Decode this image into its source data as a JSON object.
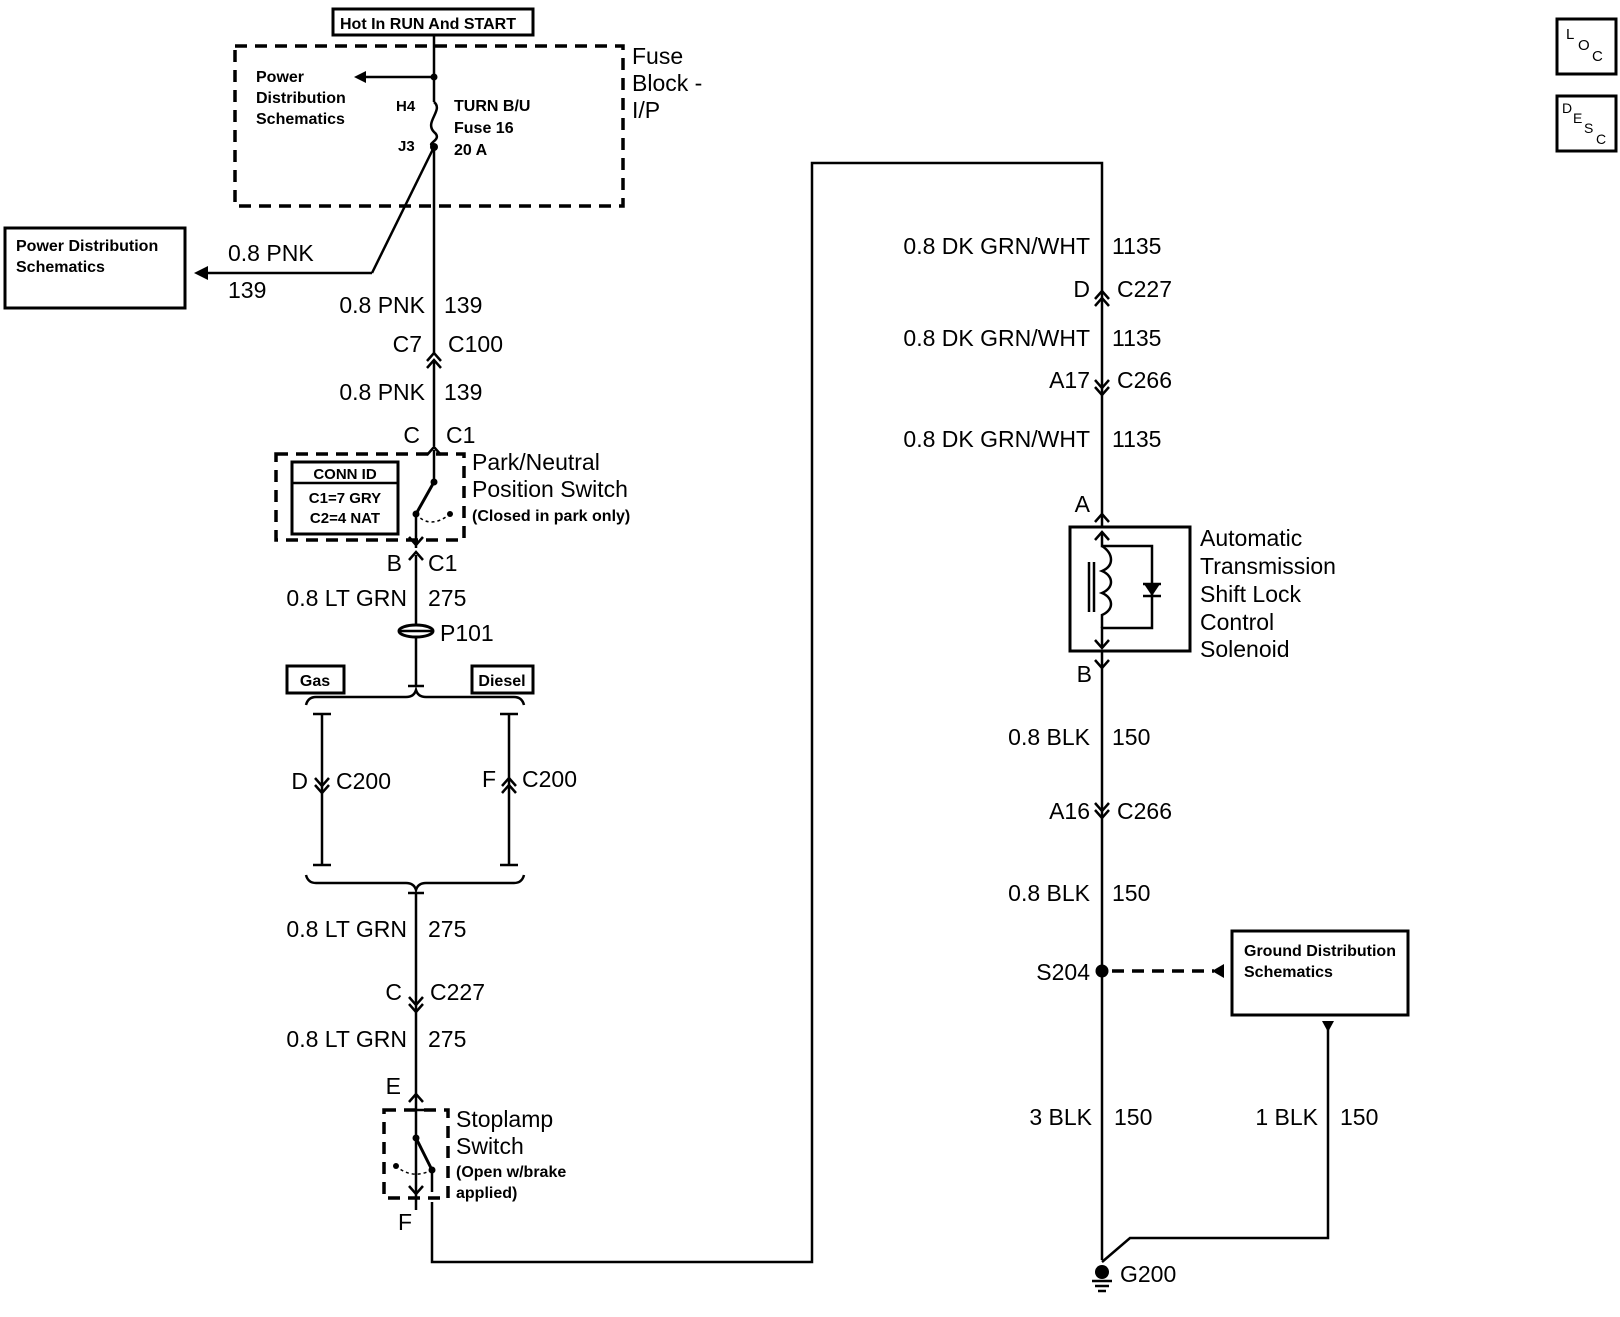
{
  "top_power": "Hot In RUN And START",
  "fuse_block": {
    "title_line1": "Fuse",
    "title_line2": "Block -",
    "title_line3": "I/P",
    "pd_line1": "Power",
    "pd_line2": "Distribution",
    "pd_line3": "Schematics",
    "pin_in": "H4",
    "pin_out": "J3",
    "fuse_line1": "TURN B/U",
    "fuse_line2": "Fuse 16",
    "fuse_line3": "20 A"
  },
  "power_dist_box": {
    "line1": "Power Distribution",
    "line2": "Schematics"
  },
  "branch_wire": {
    "color": "0.8 PNK",
    "circuit": "139"
  },
  "left_column": {
    "w1_color": "0.8 PNK",
    "w1_circuit": "139",
    "conn1_pin": "C7",
    "conn1_id": "C100",
    "w2_color": "0.8 PNK",
    "w2_circuit": "139",
    "conn2_pin": "C",
    "conn2_id": "C1",
    "switch_line1": "Park/Neutral",
    "switch_line2": "Position Switch",
    "switch_note": "(Closed in park only)",
    "conn_id_title": "CONN ID",
    "conn_id_1": "C1=7 GRY",
    "conn_id_2": "C2=4 NAT",
    "conn3_pin": "B",
    "conn3_id": "C1",
    "w3_color": "0.8 LT GRN",
    "w3_circuit": "275",
    "splice": "P101",
    "gas_label": "Gas",
    "diesel_label": "Diesel",
    "gas_pin": "D",
    "gas_conn": "C200",
    "diesel_pin": "F",
    "diesel_conn": "C200",
    "w4_color": "0.8 LT GRN",
    "w4_circuit": "275",
    "conn4_pin": "C",
    "conn4_id": "C227",
    "w5_color": "0.8 LT GRN",
    "w5_circuit": "275",
    "stop_pin_in": "E",
    "stop_line1": "Stoplamp",
    "stop_line2": "Switch",
    "stop_note1": "(Open w/brake",
    "stop_note2": "applied)",
    "stop_pin_out": "F"
  },
  "right_column": {
    "w1_color": "0.8 DK GRN/WHT",
    "w1_circuit": "1135",
    "conn1_pin": "D",
    "conn1_id": "C227",
    "w2_color": "0.8 DK GRN/WHT",
    "w2_circuit": "1135",
    "conn2_pin": "A17",
    "conn2_id": "C266",
    "w3_color": "0.8 DK GRN/WHT",
    "w3_circuit": "1135",
    "sol_pin_in": "A",
    "sol_line1": "Automatic",
    "sol_line2": "Transmission",
    "sol_line3": "Shift Lock",
    "sol_line4": "Control",
    "sol_line5": "Solenoid",
    "sol_pin_out": "B",
    "w4_color": "0.8 BLK",
    "w4_circuit": "150",
    "conn3_pin": "A16",
    "conn3_id": "C266",
    "w5_color": "0.8 BLK",
    "w5_circuit": "150",
    "splice": "S204",
    "gd_line1": "Ground Distribution",
    "gd_line2": "Schematics",
    "w6_color": "3 BLK",
    "w6_circuit": "150",
    "w7_color": "1 BLK",
    "w7_circuit": "150",
    "ground": "G200"
  },
  "icons": {
    "loc": "LOC",
    "desc": "DESC"
  }
}
